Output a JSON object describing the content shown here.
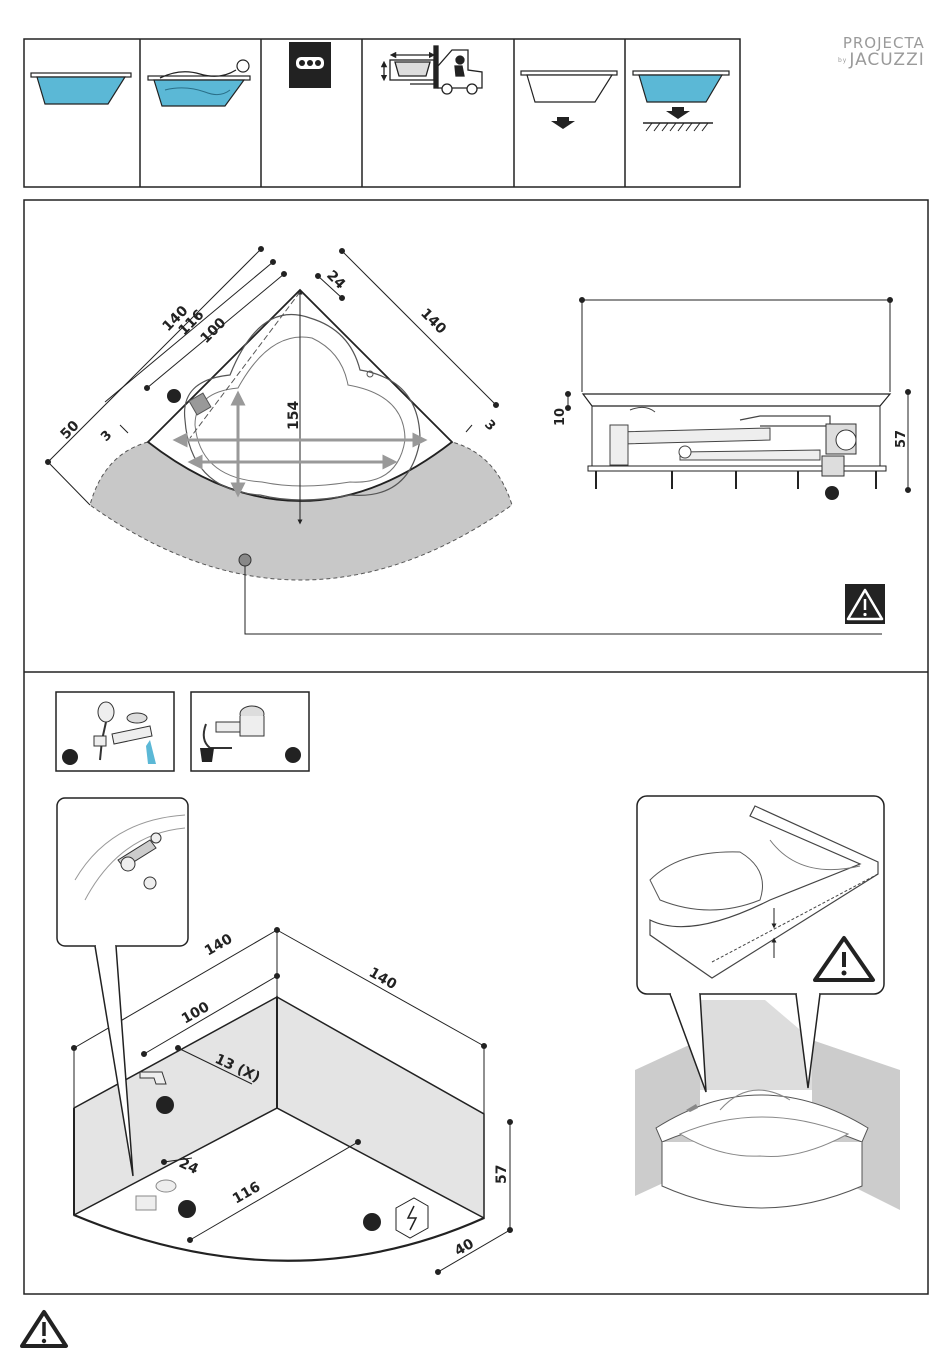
{
  "brand": {
    "name": "PROJECTA",
    "by": "by",
    "sub": "JACUZZI"
  },
  "plan": {
    "dims": {
      "side_left": "140",
      "side_right": "140",
      "d116": "116",
      "d100": "100",
      "d24": "24",
      "d154": "154",
      "d50": "50",
      "d3_left": "3",
      "d3_right": "3"
    }
  },
  "elevation": {
    "dims": {
      "d10": "10",
      "d57": "57"
    }
  },
  "iso": {
    "dims": {
      "d140_a": "140",
      "d140_b": "140",
      "d100": "100",
      "d13x": "13 (X)",
      "d24": "24",
      "d116": "116",
      "d57": "57",
      "d40": "40"
    }
  },
  "icons": [
    "bath-filled-icon",
    "person-in-bath-icon",
    "jet-panel-icon",
    "forklift-transport-icon",
    "bath-lower-icon",
    "bath-on-floor-icon",
    "warning-icon"
  ],
  "colors": {
    "water": "#5bb8d6",
    "shade": "#c8c8c8",
    "wall": "#e4e4e4",
    "dark": "#222222",
    "brand": "#9a9a9a"
  }
}
